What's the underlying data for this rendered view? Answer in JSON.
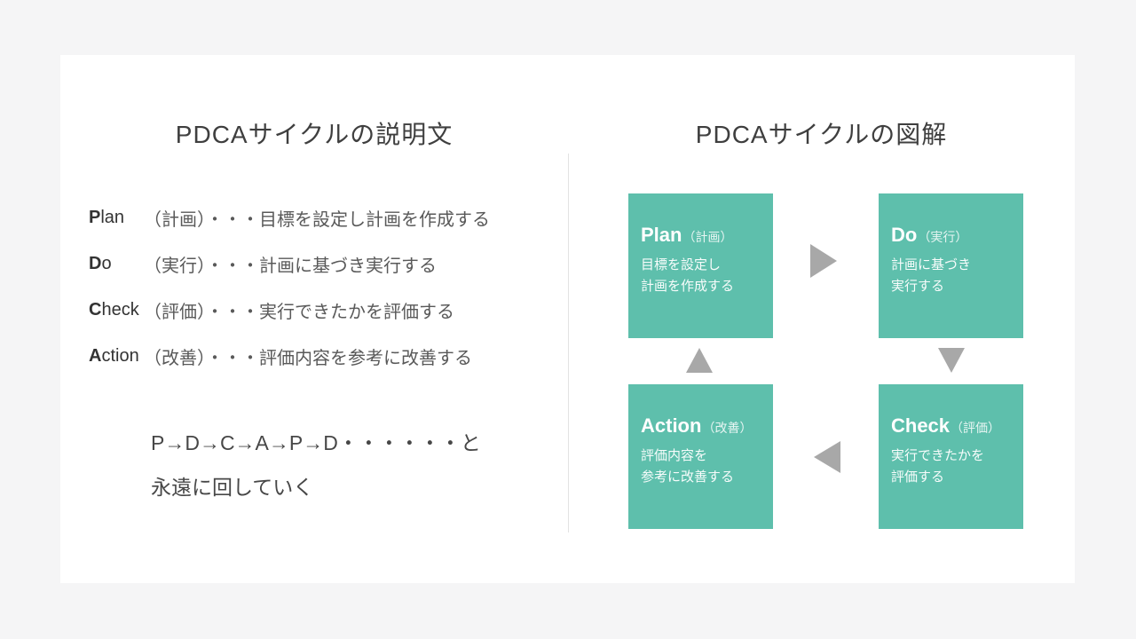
{
  "colors": {
    "page-bg": "#f5f5f6",
    "slide-bg": "#ffffff",
    "title-text": "#3f3f3f",
    "box-bg": "#5ebfac",
    "arrow": "#a8a8a8",
    "divider": "#e3e3e3"
  },
  "left": {
    "title": "PDCAサイクルの説明文",
    "items": [
      {
        "lead": "P",
        "rest": "lan",
        "desc": "（計画）・・・目標を設定し計画を作成する"
      },
      {
        "lead": "D",
        "rest": "o",
        "desc": "（実行）・・・計画に基づき実行する"
      },
      {
        "lead": "C",
        "rest": "heck",
        "desc": "（評価）・・・実行できたかを評価する"
      },
      {
        "lead": "A",
        "rest": "ction",
        "desc": "（改善）・・・評価内容を参考に改善する"
      }
    ],
    "cycle": {
      "line1": "P→D→C→A→P→D・・・・・・と",
      "line2": "永遠に回していく"
    }
  },
  "right": {
    "title": "PDCAサイクルの図解",
    "boxes": [
      {
        "name": "Plan",
        "suffix": "（計画）",
        "body1": "目標を設定し",
        "body2": "計画を作成する"
      },
      {
        "name": "Do",
        "suffix": "（実行）",
        "body1": "計画に基づき",
        "body2": "実行する"
      },
      {
        "name": "Action",
        "suffix": "（改善）",
        "body1": "評価内容を",
        "body2": "参考に改善する"
      },
      {
        "name": "Check",
        "suffix": "（評価）",
        "body1": "実行できたかを",
        "body2": "評価する"
      }
    ]
  }
}
